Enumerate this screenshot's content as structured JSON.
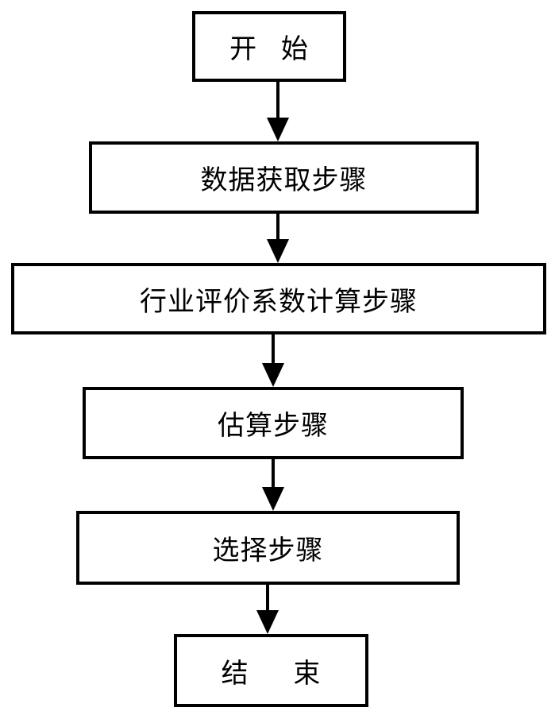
{
  "flowchart": {
    "steps": [
      {
        "id": "start",
        "label": "开 始"
      },
      {
        "id": "data_acquisition",
        "label": "数据获取步骤"
      },
      {
        "id": "industry_coefficient",
        "label": "行业评价系数计算步骤"
      },
      {
        "id": "estimation",
        "label": "估算步骤"
      },
      {
        "id": "selection",
        "label": "选择步骤"
      },
      {
        "id": "end",
        "label": "结 束"
      }
    ],
    "line_color": "#000000"
  }
}
